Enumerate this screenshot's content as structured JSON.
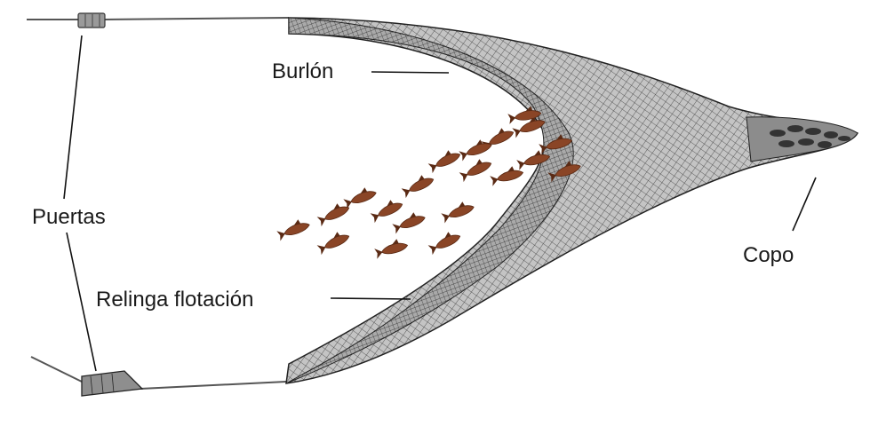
{
  "labels": {
    "burlon": "Burlón",
    "puertas": "Puertas",
    "relinga": "Relinga flotación",
    "copo": "Copo"
  },
  "colors": {
    "net_fill": "#b9b9b9",
    "net_mesh": "#3a3a3a",
    "fish": "#8a4526",
    "fish_dark": "#5a2a14",
    "cod_fish": "#333333"
  },
  "icons": {
    "upper_door": "trawl-door-upper-icon",
    "lower_door": "trawl-door-lower-icon"
  }
}
